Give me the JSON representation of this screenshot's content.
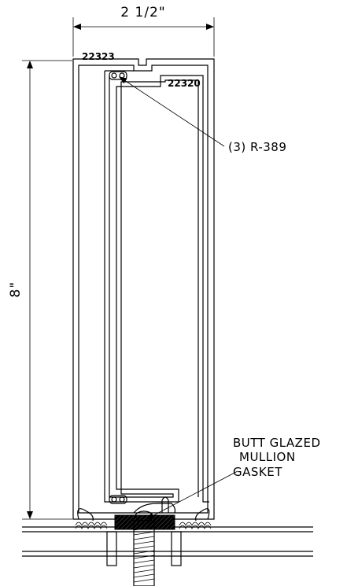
{
  "drawing": {
    "width_dimension": "2 1/2\"",
    "height_dimension": "8\"",
    "outer_part_number": "22323",
    "inner_part_number": "22320",
    "callout_top": "(3) R-389",
    "callout_bottom": [
      "BUTT GLAZED",
      "MULLION",
      "GASKET"
    ]
  }
}
